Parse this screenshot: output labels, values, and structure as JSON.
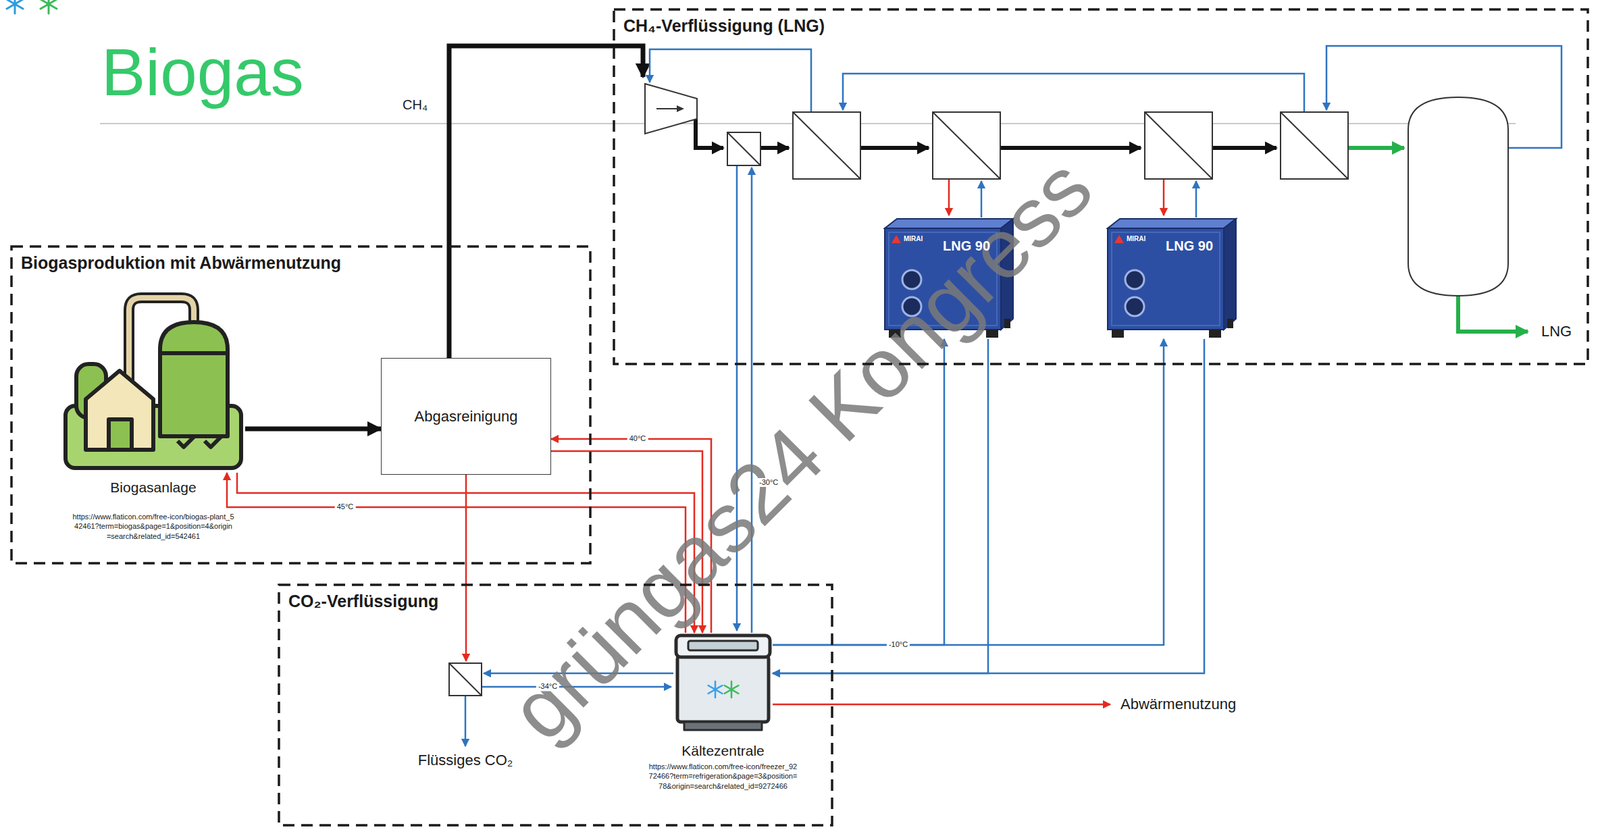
{
  "diagram": {
    "title": "Biogas",
    "nodes": [
      {
        "text": [
          "CH₄-Verflüssigung (LNG)"
        ]
      },
      {
        "text": [
          "MIRAI",
          "LNG 90"
        ],
        "in": 0
      },
      {
        "text": [
          "MIRAI",
          "LNG 90"
        ],
        "in": 0
      },
      {
        "text": [
          "Biogasproduktion mit Abwärmenutzung"
        ]
      },
      {
        "text": [
          "Biogasanlage",
          "https://www.flaticon.com/free-icon/biogas-plant_542461?term=biogas&page=1&position=4&origin=search&related_id=542461"
        ],
        "in": 3
      },
      {
        "text": [
          "Abgasreinigung"
        ],
        "in": 3
      },
      {
        "text": [
          "CO₂-Verflüssigung"
        ]
      },
      {
        "text": [
          "Kältezentrale",
          "https://www.flaticon.com/free-icon/freezer_9272466?term=refrigeration&page=3&position=78&origin=search&related_id=9272466"
        ],
        "in": 6
      }
    ],
    "edges": [
      {
        "from": 4,
        "to": 5,
        "arrow": "to"
      },
      {
        "from": 7,
        "to": 5,
        "label": "40°C",
        "arrow": "to"
      },
      {
        "from": 5,
        "to": 7,
        "arrow": "to"
      },
      {
        "from": 4,
        "to": 7,
        "arrow": "to"
      },
      {
        "from": 7,
        "to": 4,
        "label": "45°C",
        "arrow": "to"
      },
      {
        "from": 7,
        "to": 1,
        "label": "-10°C",
        "arrow": "to"
      },
      {
        "from": 7,
        "to": 2,
        "arrow": "to"
      },
      {
        "from": 1,
        "to": 7,
        "arrow": "to"
      },
      {
        "from": 2,
        "to": 7,
        "arrow": "to"
      }
    ],
    "labels": [
      "CH₄",
      "-30°C",
      "-34°C",
      "Flüssiges CO₂",
      "Abwärmenutzung",
      "LNG",
      "grüngas24 Kongress"
    ]
  }
}
